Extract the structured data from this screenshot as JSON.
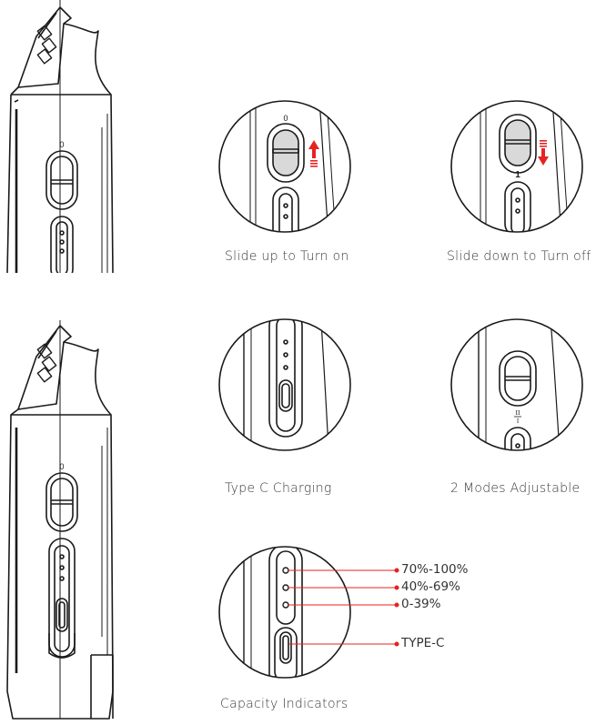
{
  "captions": {
    "slide_up": "Slide up to Turn on",
    "slide_down": "Slide down to Turn off",
    "type_c": "Type C Charging",
    "modes": "2 Modes Adjustable",
    "capacity": "Capacity Indicators"
  },
  "indicators": {
    "high": "70%-100%",
    "mid": "40%-69%",
    "low": "0-39%",
    "port": "TYPE-C"
  },
  "marks": {
    "off_symbol": "0",
    "on_symbol": "1",
    "mode_two": "II",
    "mode_one": "I"
  },
  "colors": {
    "accent": "#e52421",
    "line": "#1a1a1a"
  }
}
